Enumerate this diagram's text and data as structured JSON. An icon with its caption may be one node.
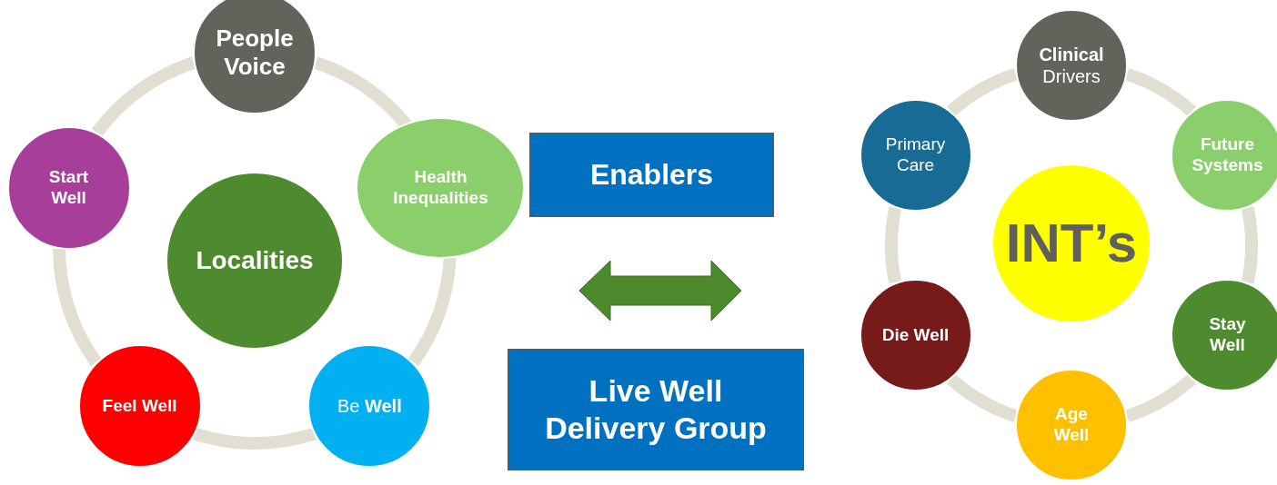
{
  "diagram": {
    "nodes": [
      {
        "text": [
          "People Voice"
        ]
      },
      {
        "text": [
          "Health Inequalities"
        ]
      },
      {
        "text": [
          "Be **Well**"
        ]
      },
      {
        "text": [
          "Feel Well"
        ]
      },
      {
        "text": [
          "Start Well"
        ]
      },
      {
        "text": [
          "Localities"
        ]
      },
      {
        "text": [
          "Enablers"
        ]
      },
      {
        "text": [
          "Live Well Delivery Group"
        ]
      },
      {
        "text": [
          "**Clinical** Drivers"
        ]
      },
      {
        "text": [
          "Future Systems"
        ]
      },
      {
        "text": [
          "Stay Well"
        ]
      },
      {
        "text": [
          "Age Well"
        ]
      },
      {
        "text": [
          "Die Well"
        ]
      },
      {
        "text": [
          "Primary Care"
        ]
      },
      {
        "text": [
          "INT’s"
        ]
      }
    ],
    "edges": [
      {
        "from": 0,
        "to": 1,
        "arrow": "none"
      },
      {
        "from": 1,
        "to": 2,
        "arrow": "none"
      },
      {
        "from": 2,
        "to": 3,
        "arrow": "none"
      },
      {
        "from": 3,
        "to": 4,
        "arrow": "none"
      },
      {
        "from": 4,
        "to": 0,
        "arrow": "none"
      },
      {
        "from": 8,
        "to": 9,
        "arrow": "none"
      },
      {
        "from": 9,
        "to": 10,
        "arrow": "none"
      },
      {
        "from": 10,
        "to": 11,
        "arrow": "none"
      },
      {
        "from": 11,
        "to": 12,
        "arrow": "none"
      },
      {
        "from": 12,
        "to": 13,
        "arrow": "none"
      },
      {
        "from": 13,
        "to": 8,
        "arrow": "none"
      }
    ]
  }
}
